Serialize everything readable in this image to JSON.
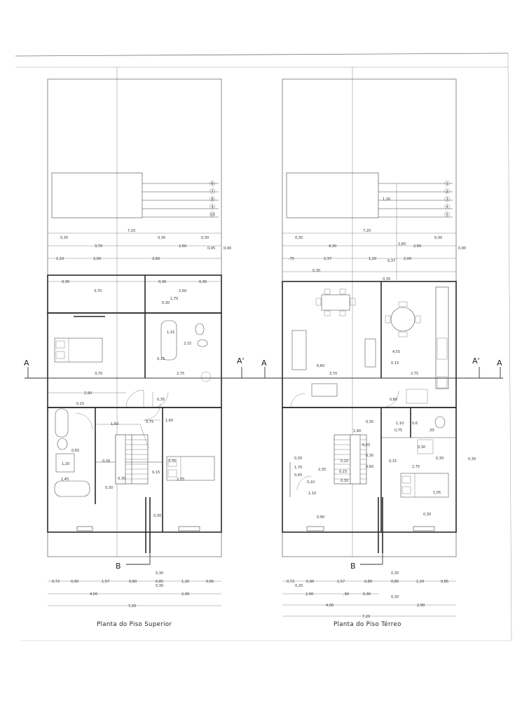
{
  "section_markers": {
    "a": "A",
    "a_prime": "A'",
    "b": "B"
  },
  "upper": {
    "title": "Planta do Piso Superior",
    "stair_numbers": [
      "6",
      "7",
      "8",
      "9",
      "10"
    ],
    "dim_total_top": "7,20",
    "dim_top_row": [
      "0,30",
      "3,70",
      "0,30",
      "2,60",
      "0,30"
    ],
    "dim_right_small": [
      "0,45",
      "0,90"
    ],
    "dim_row3": [
      "1,10",
      "2,00",
      "2,60"
    ],
    "dim_row4": [
      "0,30",
      "3,70",
      "0,30",
      "2,60",
      "0,30"
    ],
    "dim_mid": [
      "0,30",
      "1,70",
      "1,15",
      "2,15",
      "0,15",
      "3,70",
      "2,75",
      "2,90"
    ],
    "dim_lower": [
      "0,15",
      "1,60",
      "0,75",
      "0,35",
      "1,60",
      "0,30",
      "2,75",
      "0,15",
      "3,35",
      "0,30",
      "0,30",
      "1,45",
      "1,20",
      "0,65",
      "0,30"
    ],
    "bottom_row1": [
      "0,72",
      "0,90",
      "1,57",
      "0,80",
      "0,85",
      "1,20",
      "0,85"
    ],
    "bottom_small": [
      "0,30",
      "0,30"
    ],
    "bottom_row2": [
      "4,00",
      "2,90"
    ],
    "bottom_row3": [
      "7,20"
    ]
  },
  "ground": {
    "title": "Planta do Piso Térreo",
    "stair_numbers": [
      "1",
      "2",
      "3",
      "4",
      "5"
    ],
    "dim_total_top": "7,20",
    "dim_top_row": [
      "0,30",
      "4,30",
      "2,60",
      "0,30"
    ],
    "dim_right_small": [
      "0,90"
    ],
    "dim_row3": [
      ",75",
      "2,37",
      "1,20",
      "2,00"
    ],
    "dim_verticals": [
      "0,30",
      "2,60",
      "0,37",
      "0,30",
      "1,30"
    ],
    "dim_mid": [
      "6,60",
      "3,70",
      "0,15",
      "2,75",
      "4,55"
    ],
    "dim_lower": [
      "0,80",
      "0,35",
      "1,90",
      "1,10",
      "0,15",
      "0,6",
      ",55",
      "0,75",
      "0,20",
      "0,30",
      "2,75",
      "0,30",
      "0,30",
      "0,30",
      "1,70",
      "0,45",
      "0,10",
      "2,35",
      "0,15",
      "0,10",
      "0,60",
      "0,30",
      "0,90",
      "1,05",
      "1,10",
      "0,30",
      "0,30"
    ],
    "bottom_row1": [
      "0,72",
      "0,90",
      "1,57",
      "0,80",
      "0,85",
      "1,20",
      "0,85"
    ],
    "bottom_small": [
      "0,20",
      "0,30",
      "0,30"
    ],
    "bottom_row2": [
      "2,00",
      ",90",
      "0,90"
    ],
    "bottom_row3": [
      "4,00",
      "2,90"
    ],
    "bottom_row4": [
      "7,20"
    ]
  }
}
